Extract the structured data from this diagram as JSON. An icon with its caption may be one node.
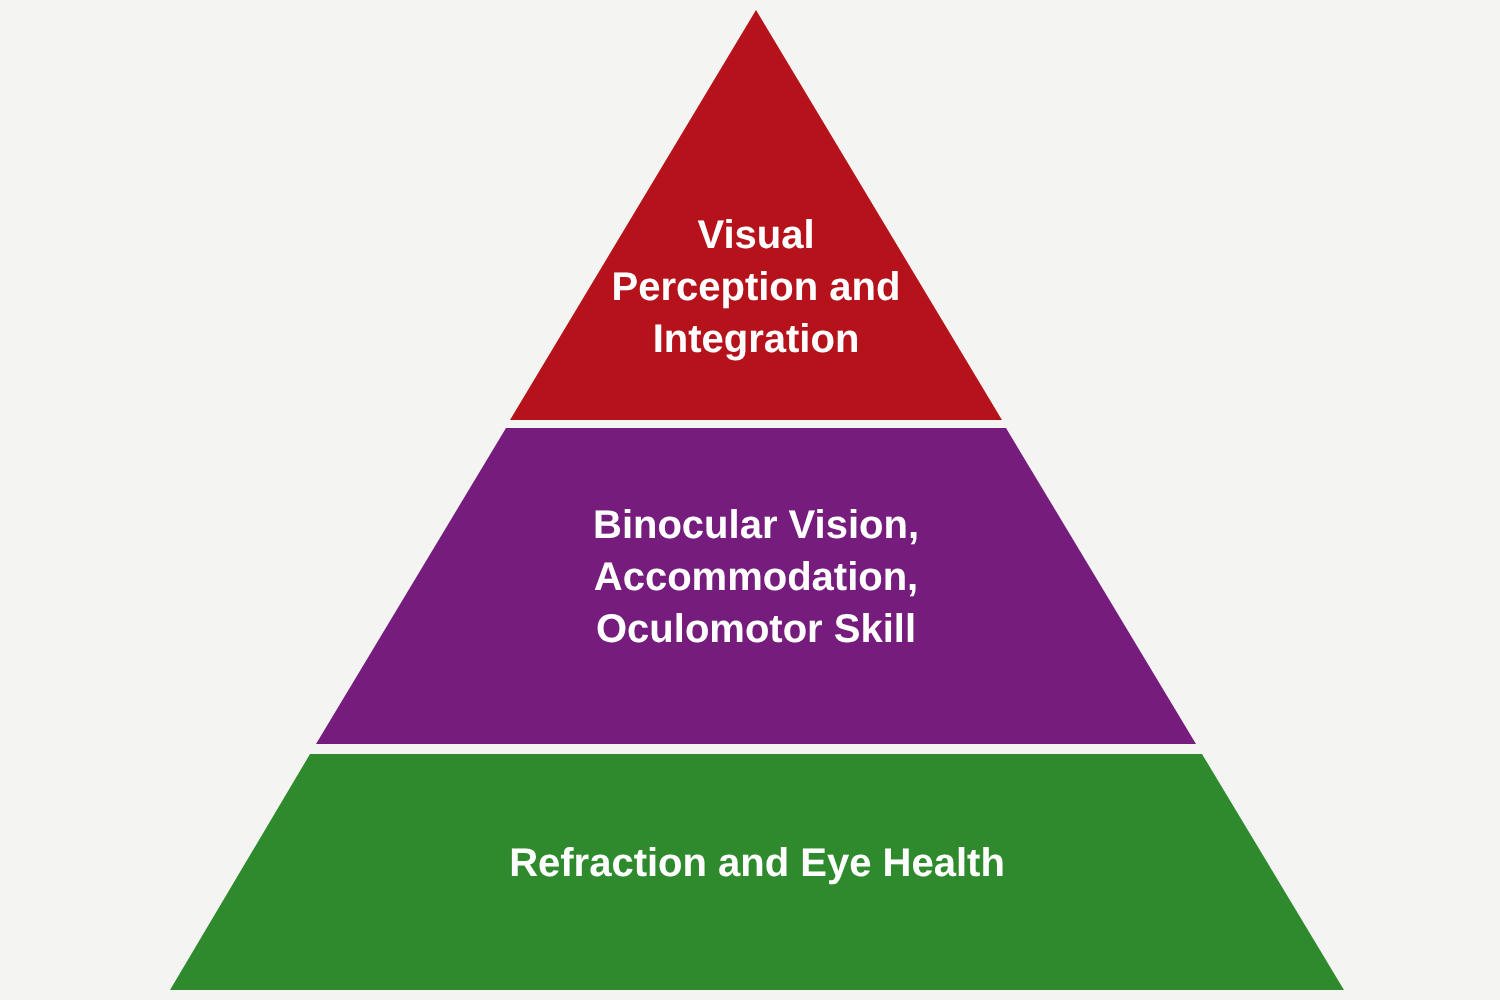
{
  "diagram": {
    "nodes": [
      {
        "text": [
          "Visual Perception and Integration"
        ]
      },
      {
        "text": [
          "Binocular Vision, Accommodation, Oculomotor Skill"
        ]
      },
      {
        "text": [
          "Refraction and Eye Health"
        ]
      }
    ]
  }
}
